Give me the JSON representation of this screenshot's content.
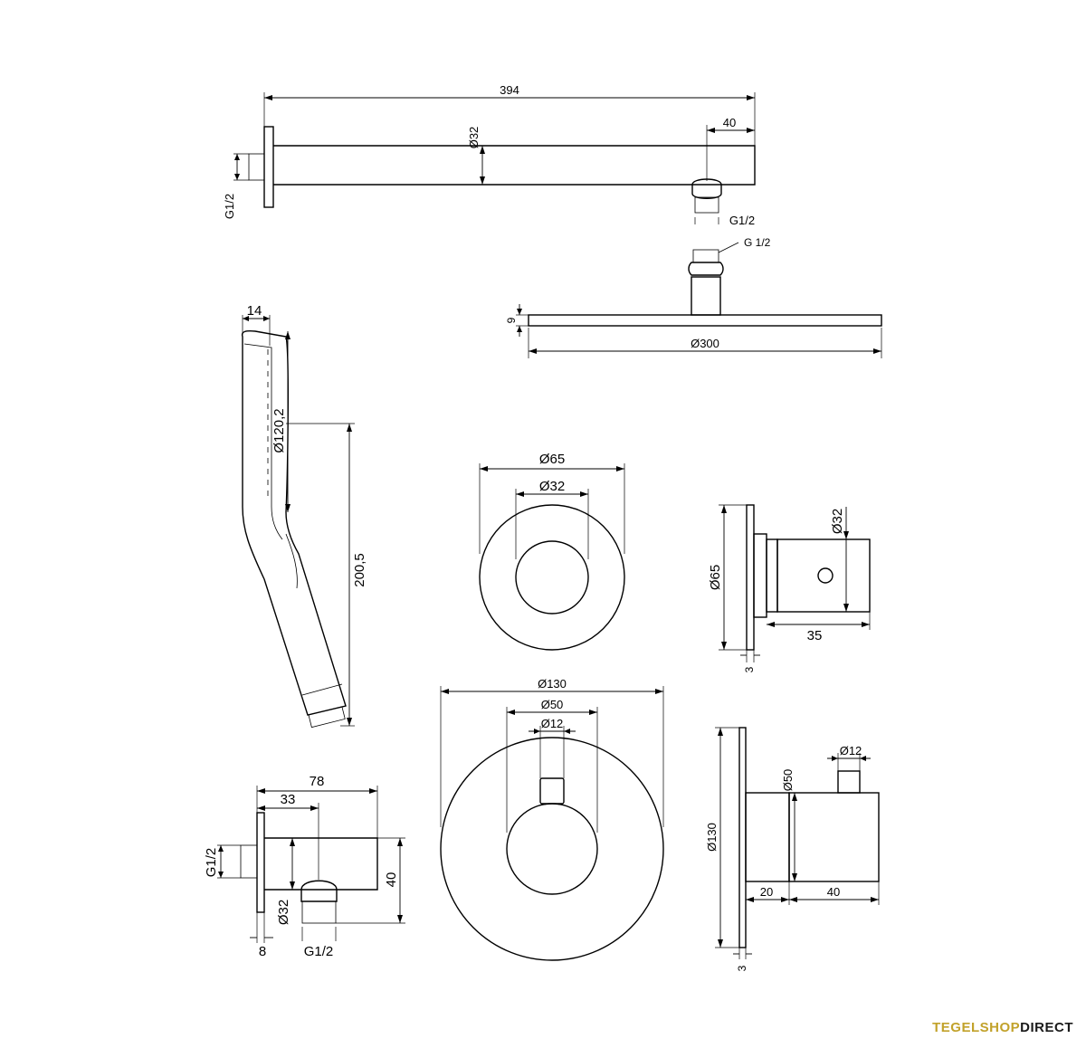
{
  "dimensions": {
    "arm_length": "394",
    "arm_diameter": "Ø32",
    "arm_offset": "40",
    "arm_thread_wall": "G1/2",
    "arm_thread_outlet": "G1/2",
    "head_thread": "G 1/2",
    "head_height": "9",
    "head_diameter": "Ø300",
    "hand_width": "14",
    "hand_face": "Ø120,2",
    "hand_length": "200,5",
    "rosette_outer": "Ø65",
    "rosette_inner": "Ø32",
    "knob_height": "Ø65",
    "knob_diameter": "Ø32",
    "knob_length": "35",
    "knob_plate": "3",
    "elbow_length": "78",
    "elbow_offset": "33",
    "elbow_height": "40",
    "elbow_thread_wall": "G1/2",
    "elbow_diameter": "Ø32",
    "elbow_plate": "8",
    "elbow_thread_outlet": "G1/2",
    "thermo_plate": "Ø130",
    "thermo_handle": "Ø50",
    "thermo_spindle": "Ø12",
    "thermo_side_plate": "Ø130",
    "thermo_side_handle": "Ø50",
    "thermo_side_spindle": "Ø12",
    "thermo_side_gap": "20",
    "thermo_side_knob": "40",
    "thermo_side_plate_thk": "3"
  },
  "brand": {
    "part1": "TEGELSHOP",
    "part2": "DIRECT"
  }
}
